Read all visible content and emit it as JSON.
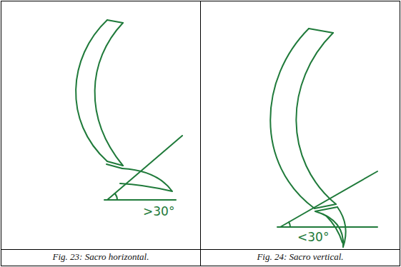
{
  "diagram": {
    "labels": [
      ">30°",
      "<30°",
      "Fig. 23: Sacro horizontal.",
      "Fig. 24: Sacro vertical."
    ]
  }
}
